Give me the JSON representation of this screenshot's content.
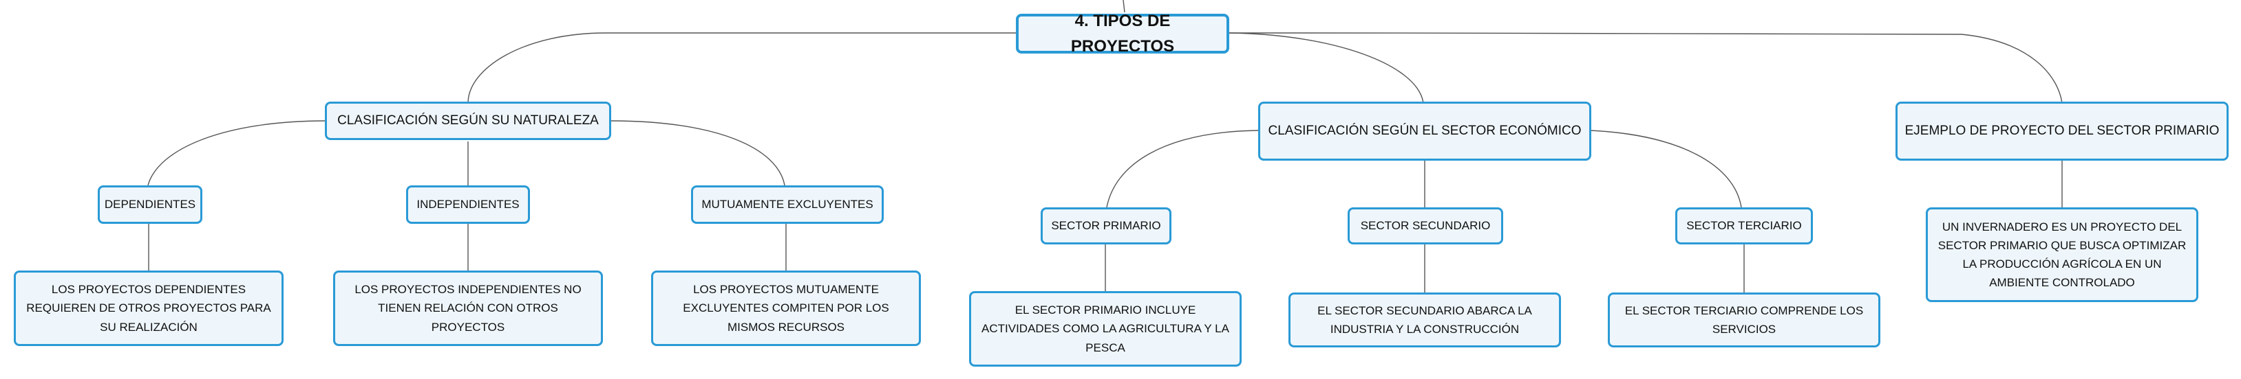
{
  "root": {
    "label": "4. TIPOS DE PROYECTOS"
  },
  "branches": {
    "naturaleza": {
      "label": "CLASIFICACIÓN SEGÚN SU NATURALEZA",
      "dependientes": {
        "label": "DEPENDIENTES",
        "detail": "LOS PROYECTOS DEPENDIENTES REQUIEREN DE OTROS PROYECTOS PARA SU REALIZACIÓN"
      },
      "independientes": {
        "label": "INDEPENDIENTES",
        "detail": "LOS PROYECTOS INDEPENDIENTES NO TIENEN RELACIÓN CON OTROS PROYECTOS"
      },
      "excluyentes": {
        "label": "MUTUAMENTE EXCLUYENTES",
        "detail": "LOS PROYECTOS MUTUAMENTE EXCLUYENTES COMPITEN POR LOS MISMOS RECURSOS"
      }
    },
    "sector": {
      "label": "CLASIFICACIÓN SEGÚN EL SECTOR ECONÓMICO",
      "primario": {
        "label": "SECTOR PRIMARIO",
        "detail": "EL SECTOR PRIMARIO INCLUYE ACTIVIDADES COMO LA AGRICULTURA Y LA PESCA"
      },
      "secundario": {
        "label": "SECTOR SECUNDARIO",
        "detail": "EL SECTOR SECUNDARIO ABARCA LA INDUSTRIA Y LA CONSTRUCCIÓN"
      },
      "terciario": {
        "label": "SECTOR TERCIARIO",
        "detail": "EL SECTOR TERCIARIO COMPRENDE LOS SERVICIOS"
      }
    },
    "ejemplo": {
      "label": "EJEMPLO DE PROYECTO DEL SECTOR PRIMARIO",
      "detail": "UN INVERNADERO ES UN PROYECTO DEL SECTOR PRIMARIO QUE BUSCA OPTIMIZAR LA PRODUCCIÓN AGRÍCOLA EN UN AMBIENTE CONTROLADO"
    }
  },
  "colors": {
    "node_border": "#2a9ad6",
    "node_fill": "#eef6fb",
    "connector": "#555555"
  }
}
